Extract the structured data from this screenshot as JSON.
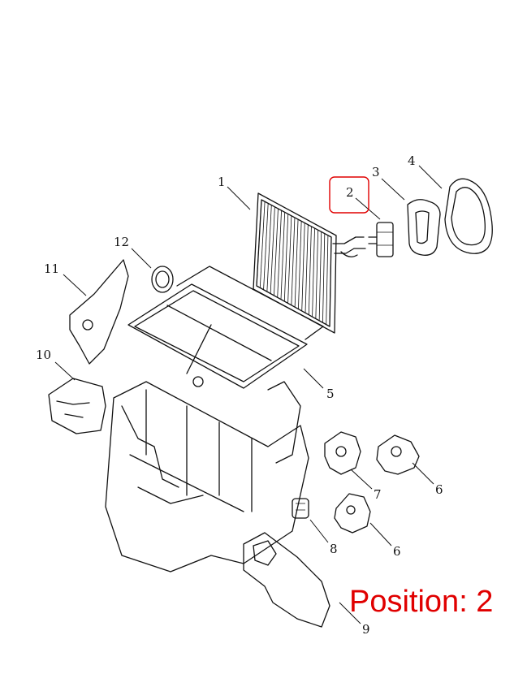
{
  "callouts": [
    {
      "id": "1",
      "label": "1"
    },
    {
      "id": "2",
      "label": "2"
    },
    {
      "id": "3",
      "label": "3"
    },
    {
      "id": "4",
      "label": "4"
    },
    {
      "id": "5",
      "label": "5"
    },
    {
      "id": "6a",
      "label": "6"
    },
    {
      "id": "6b",
      "label": "6"
    },
    {
      "id": "7",
      "label": "7"
    },
    {
      "id": "8",
      "label": "8"
    },
    {
      "id": "9",
      "label": "9"
    },
    {
      "id": "10",
      "label": "10"
    },
    {
      "id": "11",
      "label": "11"
    },
    {
      "id": "12",
      "label": "12"
    }
  ],
  "highlight": {
    "callout": "2",
    "color": "#e00000"
  },
  "position_label": "Position: 2",
  "colors": {
    "line": "#111111",
    "accent": "#e00000",
    "background": "#ffffff"
  }
}
